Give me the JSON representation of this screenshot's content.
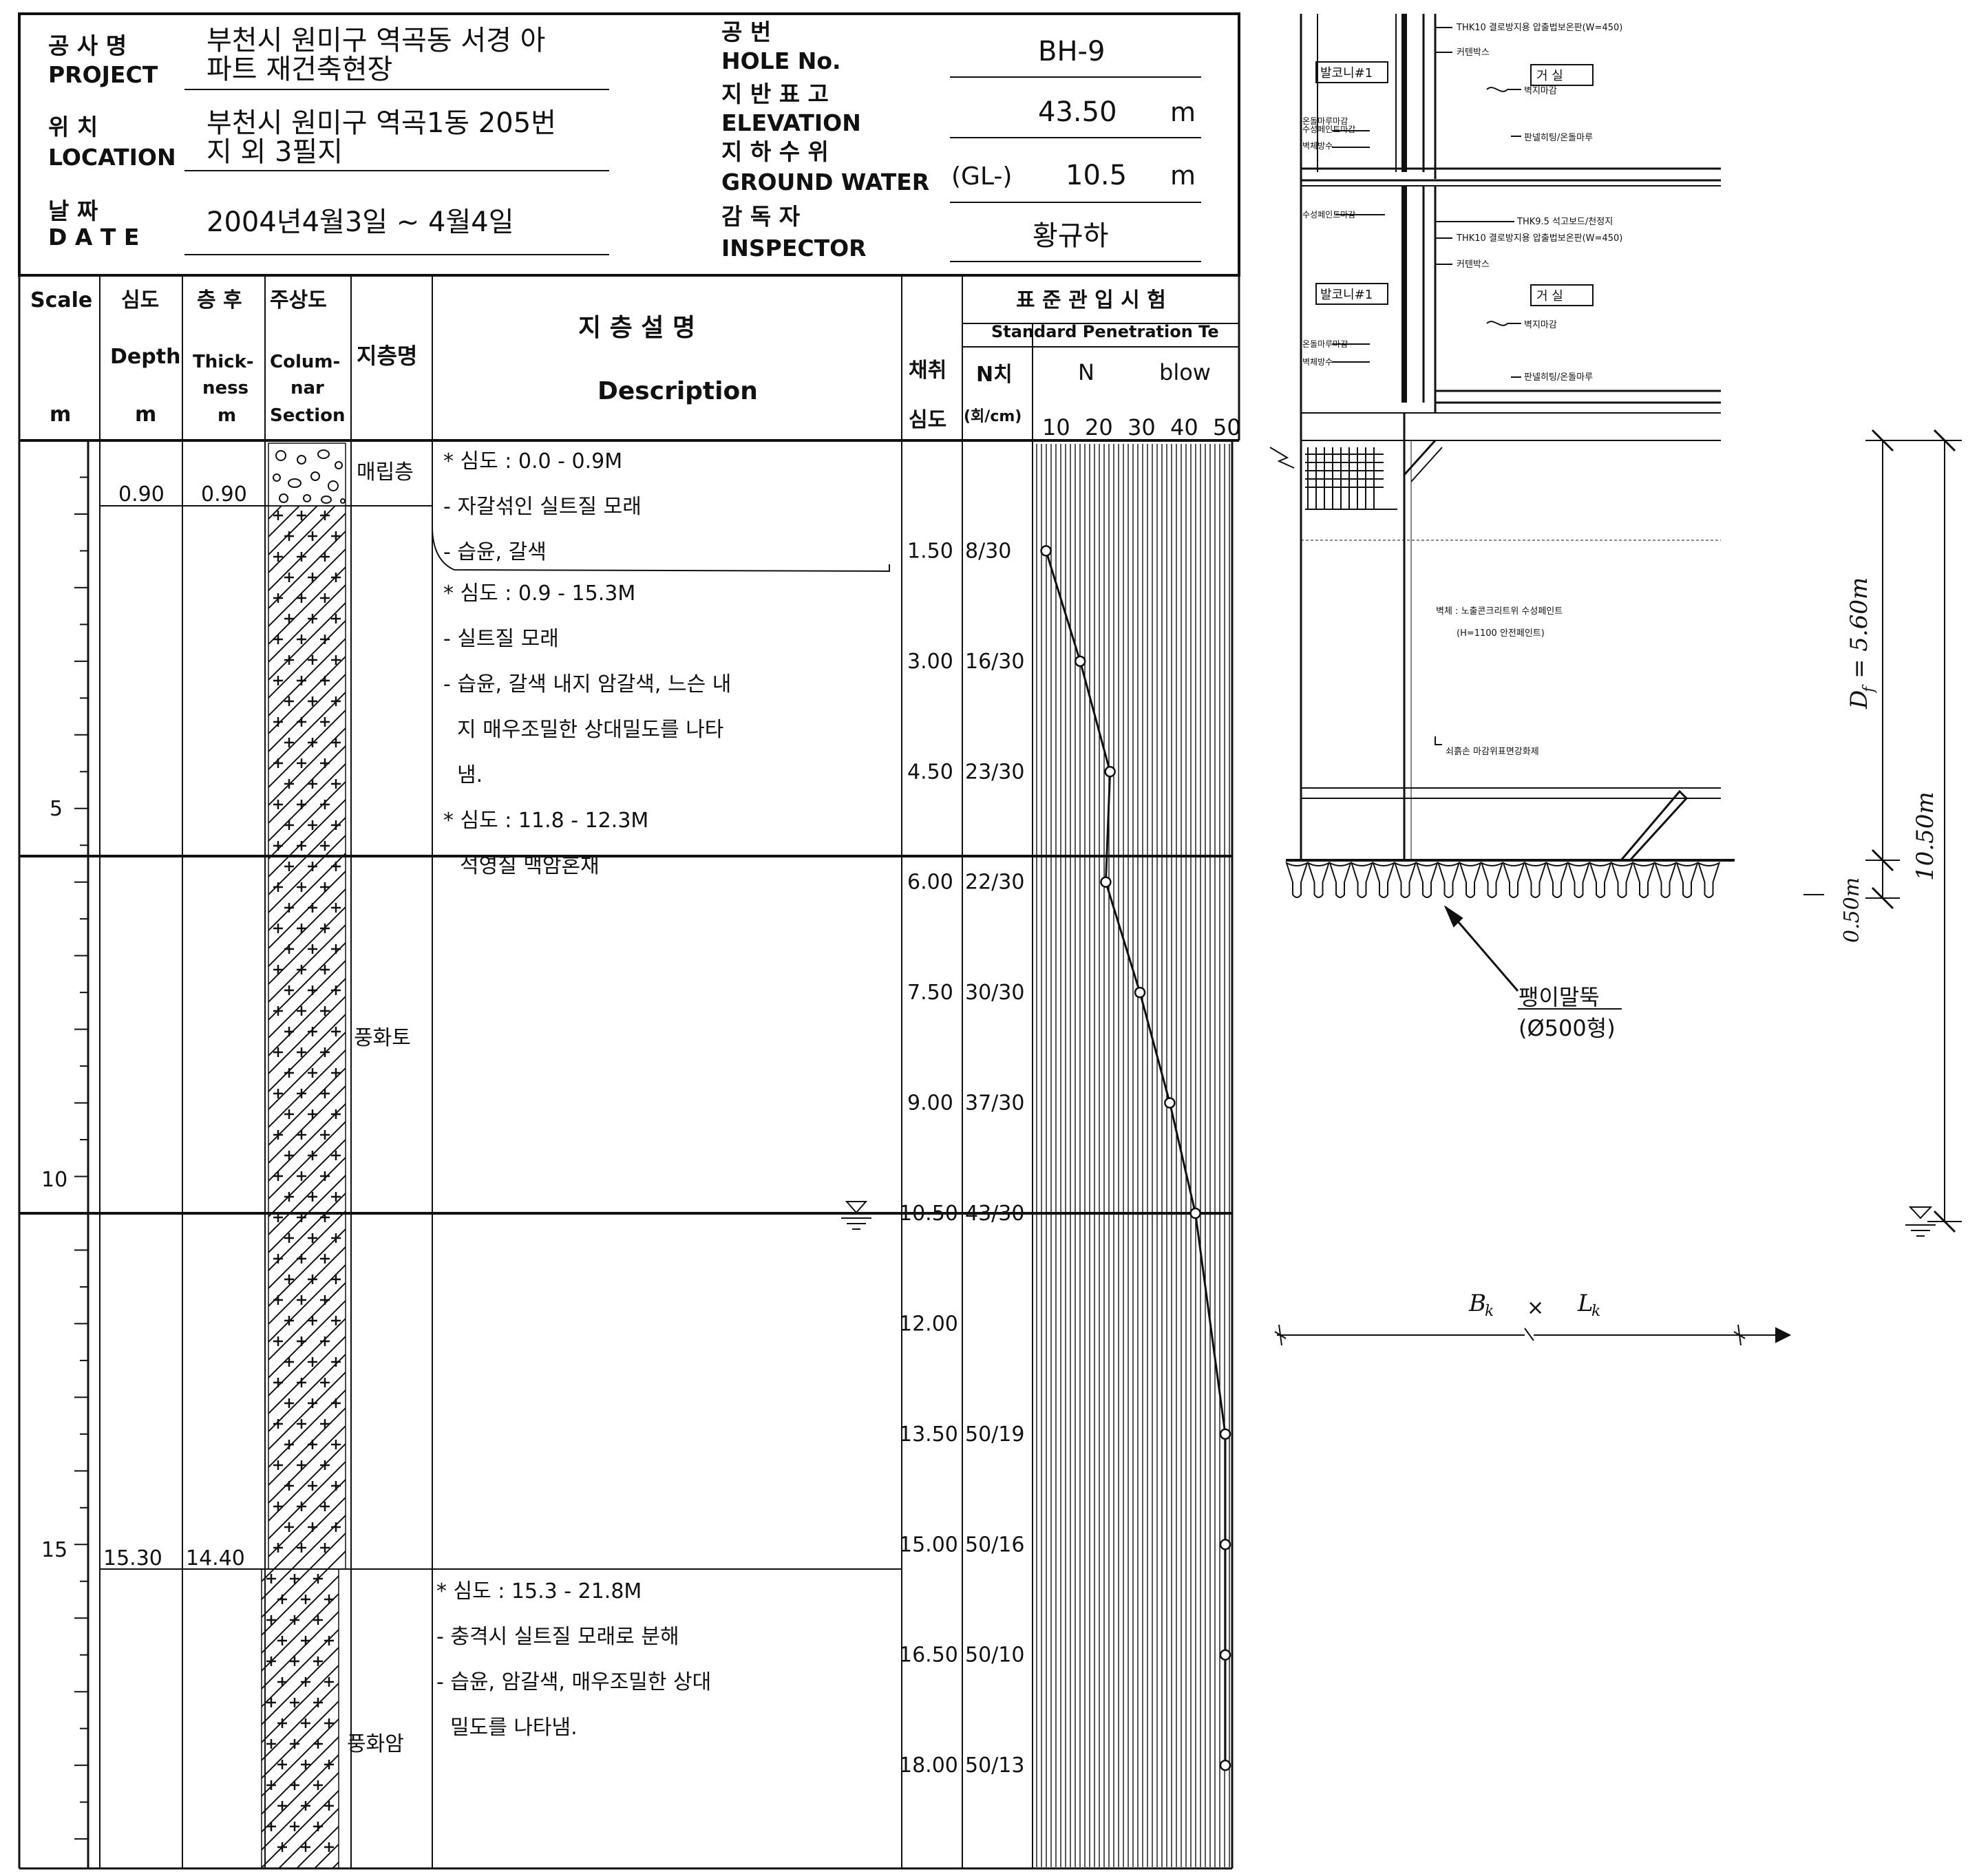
{
  "header": {
    "project_ko": "공  사  명",
    "project_en": "PROJECT",
    "project_value_1": "부천시 원미구 역곡동 서경 아",
    "project_value_2": "파트 재건축현장",
    "location_ko": "위        치",
    "location_en": "LOCATION",
    "location_value_1": "부천시 원미구 역곡1동 205번",
    "location_value_2": "지 외 3필지",
    "date_ko": "날        짜",
    "date_en": "D A T E",
    "date_value": "2004년4월3일 ~ 4월4일",
    "hole_ko": "공          번",
    "hole_en": "HOLE   No.",
    "hole_value": "BH-9",
    "elev_ko": "지 반 표 고",
    "elev_en": "ELEVATION",
    "elev_value": "43.50",
    "elev_unit": "m",
    "gw_ko": "지 하 수 위",
    "gw_en": "GROUND WATER",
    "gw_prefix": "(GL-)",
    "gw_value": "10.5",
    "gw_unit": "m",
    "insp_ko": "감   독   자",
    "insp_en": "INSPECTOR",
    "insp_value": "황규하"
  },
  "columns": {
    "scale_1": "Scale",
    "scale_2": "m",
    "depth_ko": "심도",
    "depth_en": "Depth",
    "depth_unit": "m",
    "thick_ko": "층 후",
    "thick_en_1": "Thick-",
    "thick_en_2": "ness",
    "thick_unit": "m",
    "col_ko": "주상도",
    "col_en_1": "Colum-",
    "col_en_2": "nar",
    "col_en_3": "Section",
    "layer_name": "지층명",
    "desc_ko": "지  층  설  명",
    "desc_en": "Description",
    "sample_1": "채취",
    "sample_2": "심도",
    "spt_title_ko": "표 준 관 입 시 험",
    "spt_title_en": "Standard Penetration Te",
    "n_ko": "N치",
    "n_unit": "(회/cm)",
    "n_label": "N",
    "blow_label": "blow",
    "n_ticks": [
      "10",
      "20",
      "30",
      "40",
      "50"
    ]
  },
  "scale_labels": [
    "5",
    "10",
    "15"
  ],
  "layers": [
    {
      "name": "매립층",
      "depth": "0.90",
      "thickness": "0.90"
    },
    {
      "name": "풍화토",
      "depth": "15.30",
      "thickness": "14.40"
    },
    {
      "name": "풍화암",
      "depth": "",
      "thickness": ""
    }
  ],
  "descriptions": {
    "block1": [
      "* 심도 : 0.0 - 0.9M",
      "- 자갈섞인 실트질 모래",
      "- 습윤, 갈색"
    ],
    "block2": [
      "* 심도 : 0.9 - 15.3M",
      "- 실트질 모래",
      "- 습윤, 갈색 내지 암갈색, 느슨 내",
      "지 매우조밀한 상대밀도를 나타",
      "냄.",
      "* 심도 : 11.8 - 12.3M",
      "석영질 맥암혼재"
    ],
    "block3": [
      "* 심도 : 15.3 - 21.8M",
      "- 충격시 실트질 모래로 분해",
      "- 습윤, 암갈색, 매우조밀한 상대",
      "밀도를 나타냄."
    ]
  },
  "chart_data": {
    "type": "line",
    "title": "표 준 관 입 시 험",
    "xlabel": "N",
    "x_unit": "blow",
    "x_ticks": [
      10,
      20,
      30,
      40,
      50
    ],
    "xlim": [
      5,
      50
    ],
    "y_axis": "depth (m)",
    "samples": [
      {
        "depth": "1.50",
        "value": "8/30",
        "n": 8
      },
      {
        "depth": "3.00",
        "value": "16/30",
        "n": 16
      },
      {
        "depth": "4.50",
        "value": "23/30",
        "n": 23
      },
      {
        "depth": "6.00",
        "value": "22/30",
        "n": 22
      },
      {
        "depth": "7.50",
        "value": "30/30",
        "n": 30
      },
      {
        "depth": "9.00",
        "value": "37/30",
        "n": 37
      },
      {
        "depth": "10.50",
        "value": "43/30",
        "n": 43
      },
      {
        "depth": "12.00",
        "value": "",
        "n": null
      },
      {
        "depth": "13.50",
        "value": "50/19",
        "n": 50
      },
      {
        "depth": "15.00",
        "value": "50/16",
        "n": 50
      },
      {
        "depth": "16.50",
        "value": "50/10",
        "n": 50
      },
      {
        "depth": "18.00",
        "value": "50/13",
        "n": 50
      }
    ]
  },
  "section": {
    "df_label": "D",
    "df_sub": "f",
    "df_value": "= 5.60m",
    "total_label": "10.50m",
    "pile_gap_label": "0.50m",
    "pile_name": "팽이말뚝",
    "pile_size": "(Ø500형)",
    "bk_label": "B",
    "bk_sub": "k",
    "lk_label": "L",
    "lk_sub": "k",
    "times_label": "×",
    "notes_upper": [
      "THK10 결로방지용 압출법보온판(W=450)",
      "커텐박스",
      "발코니#1",
      "거    실",
      "벽지마감",
      "수성페인트마감",
      "벽체방수",
      "온돌마루마감",
      "판넬히팅/온돌마루"
    ],
    "notes_middle": [
      "THK10 결로방지용 압출법보온판(W=450)",
      "커텐박스",
      "THK9.5 석고보드/천정지",
      "수성페인트마감",
      "발코니#1",
      "거    실",
      "벽지마감",
      "온돌마루마감",
      "벽체방수",
      "판넬히팅/온돌마루"
    ],
    "notes_wall": [
      "벽체 : 노출콘크리트위 수성페인트",
      "(H=1100 안전페인트)",
      "쇠흙손 마감위표면강화제"
    ]
  }
}
